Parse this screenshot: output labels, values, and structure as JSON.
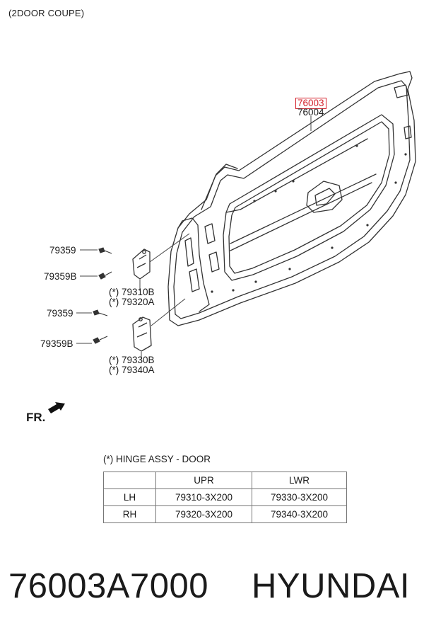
{
  "header": {
    "variant": "(2DOOR COUPE)"
  },
  "callouts": {
    "p76003": "76003",
    "p76004": "76004",
    "p79359_upper": "79359",
    "p79359b_upper": "79359B",
    "p79310b": "(*) 79310B",
    "p79320a": "(*) 79320A",
    "p79359_lower": "79359",
    "p79359b_lower": "79359B",
    "p79330b": "(*) 79330B",
    "p79340a": "(*) 79340A"
  },
  "direction": {
    "label": "FR."
  },
  "legend": {
    "title": "(*) HINGE ASSY - DOOR",
    "columns": [
      "",
      "UPR",
      "LWR"
    ],
    "rows": [
      {
        "side": "LH",
        "upr": "79310-3X200",
        "lwr": "79330-3X200"
      },
      {
        "side": "RH",
        "upr": "79320-3X200",
        "lwr": "79340-3X200"
      }
    ]
  },
  "footer": {
    "part_number": "76003A7000",
    "brand": "HYUNDAI"
  },
  "colors": {
    "highlight": "#d4202a",
    "line": "#333333"
  }
}
